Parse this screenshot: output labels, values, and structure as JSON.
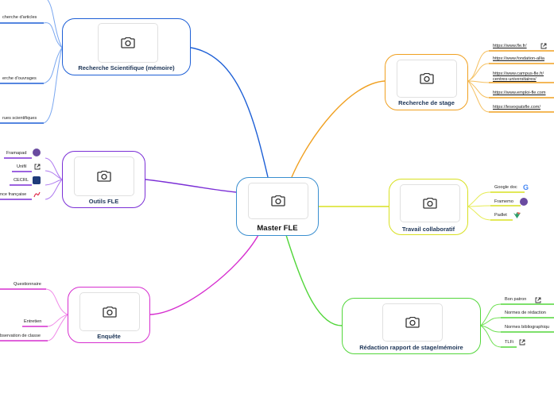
{
  "center": {
    "title": "Master FLE",
    "color": "#3a8fd0"
  },
  "branches": {
    "recherche": {
      "title": "Recherche Scientifique (mémoire)",
      "color": "#1d5fd6",
      "leaf_color": "#7aa7f0",
      "leaves": [
        "cherche d'articles",
        "erche d'ouvrages",
        "rues scientifiques"
      ]
    },
    "outils": {
      "title": "Outils FLE",
      "color": "#7b2fd6",
      "leaf_color": "#b07cf0",
      "leaves": [
        "Framapad",
        "Unifil",
        "CECRL",
        "nce française"
      ],
      "icons": [
        "framapad-icon",
        "external-link-icon",
        "cecrl-logo-icon",
        "alliance-francaise-logo-icon"
      ]
    },
    "enquete": {
      "title": "Enquête",
      "color": "#d62ecf",
      "leaf_color": "#f08ae8",
      "leaves": [
        "Questionnaire",
        "Entretien",
        "bservation de classe"
      ]
    },
    "stage": {
      "title": "Recherche de stage",
      "color": "#f0a020",
      "leaf_color": "#f5c060",
      "leaves": [
        "https://www.fle.fr/",
        "https://www.fondation-allia",
        "https://www.campus-fle.fr/",
        "centres-universitaires/",
        "https://www.emploi-fle.com",
        "https://lesexpatsfle.com/"
      ],
      "icons": [
        "external-link-icon"
      ]
    },
    "travail": {
      "title": "Travail collaboratif",
      "color": "#d8e020",
      "leaf_color": "#e6ec55",
      "leaves": [
        "Google doc",
        "Framemo",
        "Padlet"
      ],
      "icons": [
        "google-icon",
        "framemo-icon",
        "padlet-icon"
      ]
    },
    "redaction": {
      "title": "Rédaction rapport de stage/mémoire",
      "color": "#52d63a",
      "leaf_color": "#6ee052",
      "leaves": [
        "Bon patron",
        "Normes de rédaction",
        "Normes bibliographiqu",
        "TLFi"
      ],
      "icons": [
        "external-link-icon",
        "external-link-icon"
      ]
    }
  }
}
